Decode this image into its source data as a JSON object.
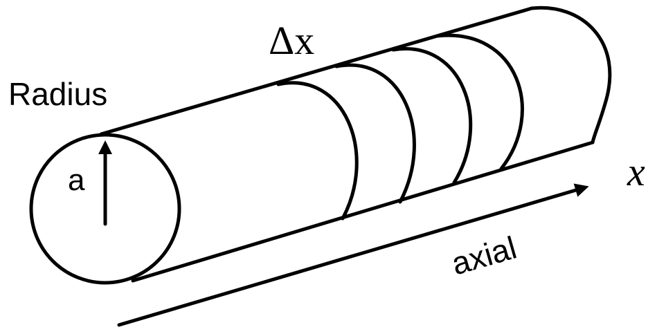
{
  "labels": {
    "radius_title": "Radius",
    "radius_symbol": "a",
    "segment_length": "Δx",
    "axis_variable": "x",
    "axis_name": "axial"
  },
  "colors": {
    "ink": "#000000",
    "background": "#ffffff"
  }
}
